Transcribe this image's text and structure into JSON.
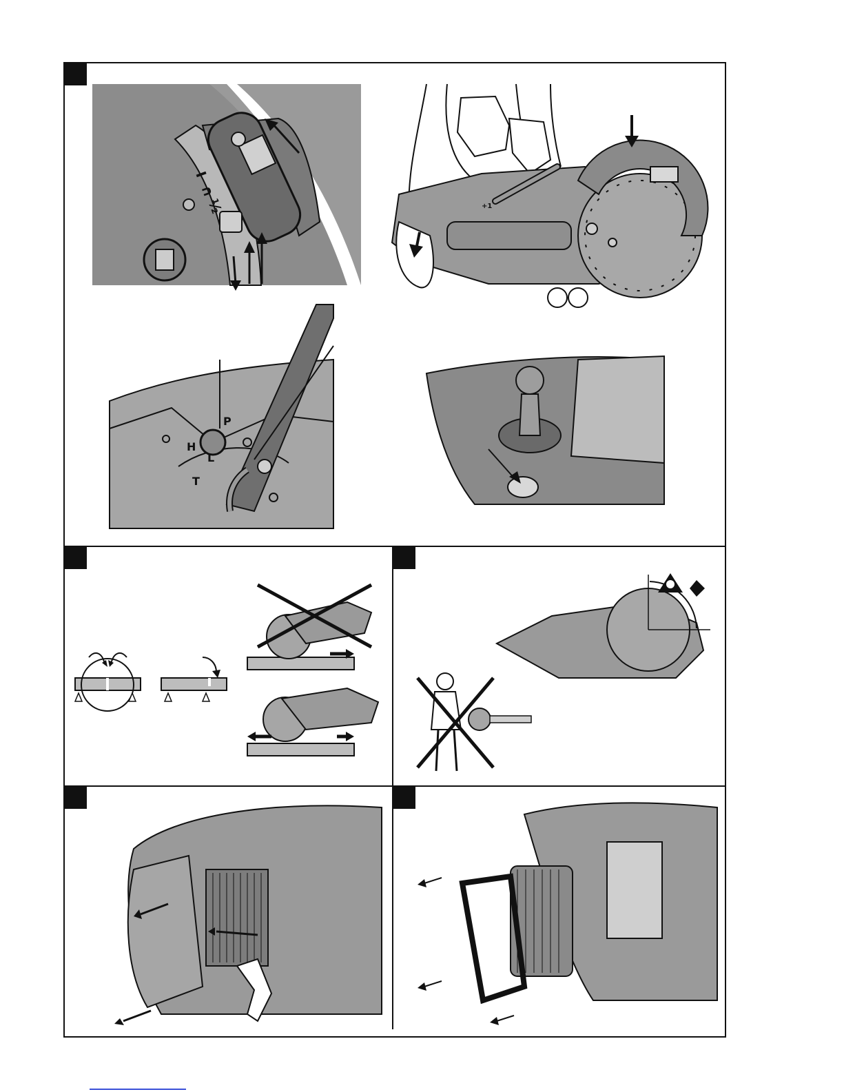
{
  "panel1": {
    "switch_labels": [
      "I",
      "∩",
      "½"
    ],
    "carb_labels": [
      "P",
      "H",
      "L",
      "T"
    ],
    "blade_badge": "+1"
  },
  "colors": {
    "machine_gray": "#9a9a9a",
    "dark_gray": "#6f6f6f",
    "light_gray": "#c9c9c9",
    "line": "#111111",
    "footer_link": "#3b4fd8"
  }
}
